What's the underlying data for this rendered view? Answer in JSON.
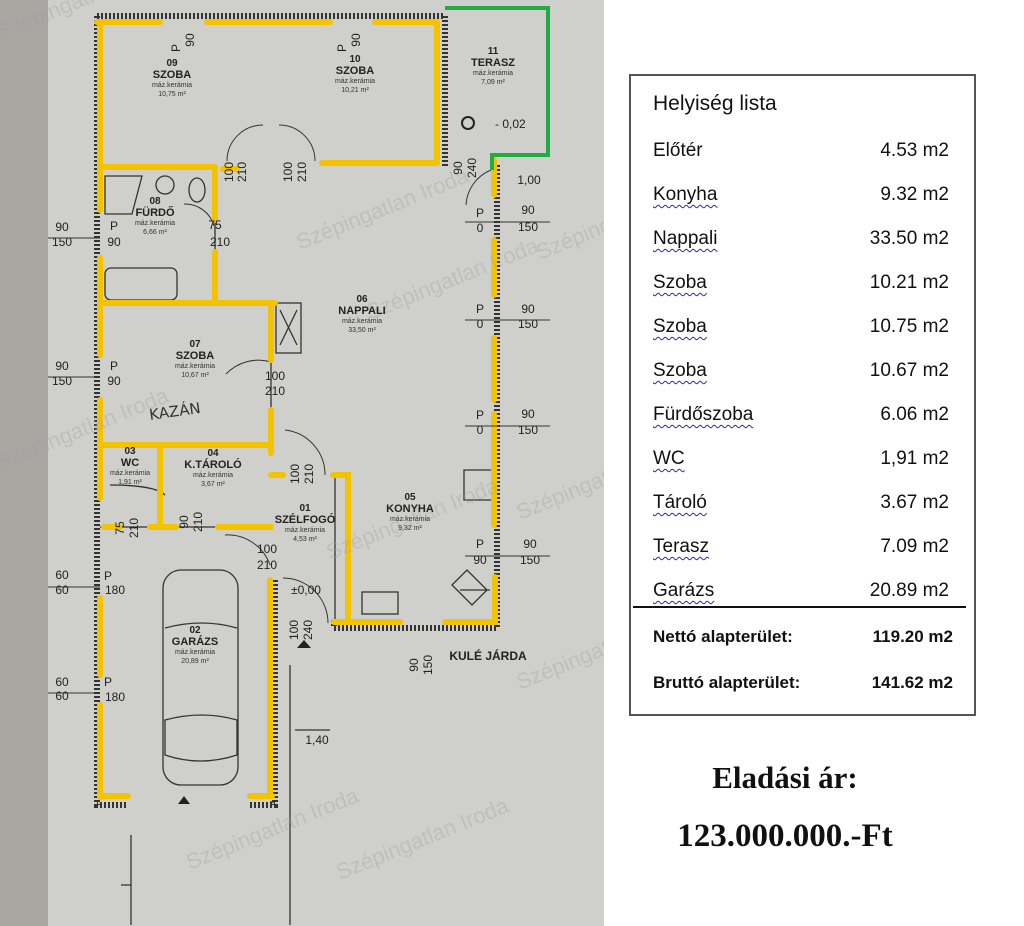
{
  "watermark": "Szépingatlan Iroda",
  "colors": {
    "highlight_wall": "#f5c200",
    "terrace_outline": "#22aa44",
    "paper": "#cfcfcc"
  },
  "plan": {
    "rooms": [
      {
        "num": "09",
        "name": "SZOBA",
        "floor": "máz.kerámia",
        "area": "10,75 m²"
      },
      {
        "num": "10",
        "name": "SZOBA",
        "floor": "máz.kerámia",
        "area": "10,21 m²"
      },
      {
        "num": "11",
        "name": "TERASZ",
        "floor": "máz.kerámia",
        "area": "7,09 m²"
      },
      {
        "num": "08",
        "name": "FÜRDŐ",
        "floor": "máz.kerámia",
        "area": "6,66 m²"
      },
      {
        "num": "06",
        "name": "NAPPALI",
        "floor": "máz.kerámia",
        "area": "33,50 m²"
      },
      {
        "num": "07",
        "name": "SZOBA",
        "floor": "máz.kerámia",
        "area": "10,67 m²"
      },
      {
        "num": "03",
        "name": "WC",
        "floor": "máz.kerámia",
        "area": "1,91 m²"
      },
      {
        "num": "04",
        "name": "K.TÁROLÓ",
        "floor": "máz.kerámia",
        "area": "3,67 m²"
      },
      {
        "num": "01",
        "name": "SZÉLFOGÓ",
        "floor": "máz.kerámia",
        "area": "4,53 m²"
      },
      {
        "num": "05",
        "name": "KONYHA",
        "floor": "máz.kerámia",
        "area": "9,32 m²"
      },
      {
        "num": "02",
        "name": "GARÁZS",
        "floor": "máz.kerámia",
        "area": "20,89 m²"
      }
    ],
    "handwritten_note": "KAZÁN",
    "walkway": "KULÉ JÁRDA",
    "level_terrace": "- 0,02",
    "level_entry": "±0,00",
    "dims": [
      "P",
      "90",
      "P",
      "90",
      "100",
      "210",
      "100",
      "210",
      "90",
      "240",
      "1,00",
      "P",
      "0",
      "90",
      "150",
      "90",
      "150",
      "P",
      "90",
      "75",
      "210",
      "P",
      "0",
      "90",
      "150",
      "90",
      "150",
      "P",
      "90",
      "100",
      "210",
      "P",
      "0",
      "90",
      "150",
      "100",
      "210",
      "75",
      "210",
      "90",
      "210",
      "P",
      "90",
      "90",
      "150",
      "60",
      "60",
      "P",
      "180",
      "100",
      "210",
      "100",
      "240",
      "60",
      "60",
      "P",
      "180",
      "90",
      "150",
      "1,40"
    ]
  },
  "room_list": {
    "title": "Helyiség lista",
    "items": [
      {
        "name": "Előtér",
        "area": "4.53 m2"
      },
      {
        "name": "Konyha",
        "area": "9.32 m2"
      },
      {
        "name": "Nappali",
        "area": "33.50 m2"
      },
      {
        "name": "Szoba",
        "area": "10.21 m2"
      },
      {
        "name": "Szoba",
        "area": "10.75 m2"
      },
      {
        "name": "Szoba",
        "area": "10.67 m2"
      },
      {
        "name": "Fürdőszoba",
        "area": "6.06 m2"
      },
      {
        "name": "WC",
        "area": "1,91 m2"
      },
      {
        "name": "Tároló",
        "area": "3.67 m2"
      },
      {
        "name": "Terasz",
        "area": "7.09 m2"
      },
      {
        "name": "Garázs",
        "area": "20.89 m2"
      }
    ],
    "net_label": "Nettó alapterület:",
    "net_value": "119.20 m2",
    "gross_label": "Bruttó alapterület:",
    "gross_value": "141.62 m2"
  },
  "price": {
    "label": "Eladási ár:",
    "value": "123.000.000.-Ft"
  }
}
